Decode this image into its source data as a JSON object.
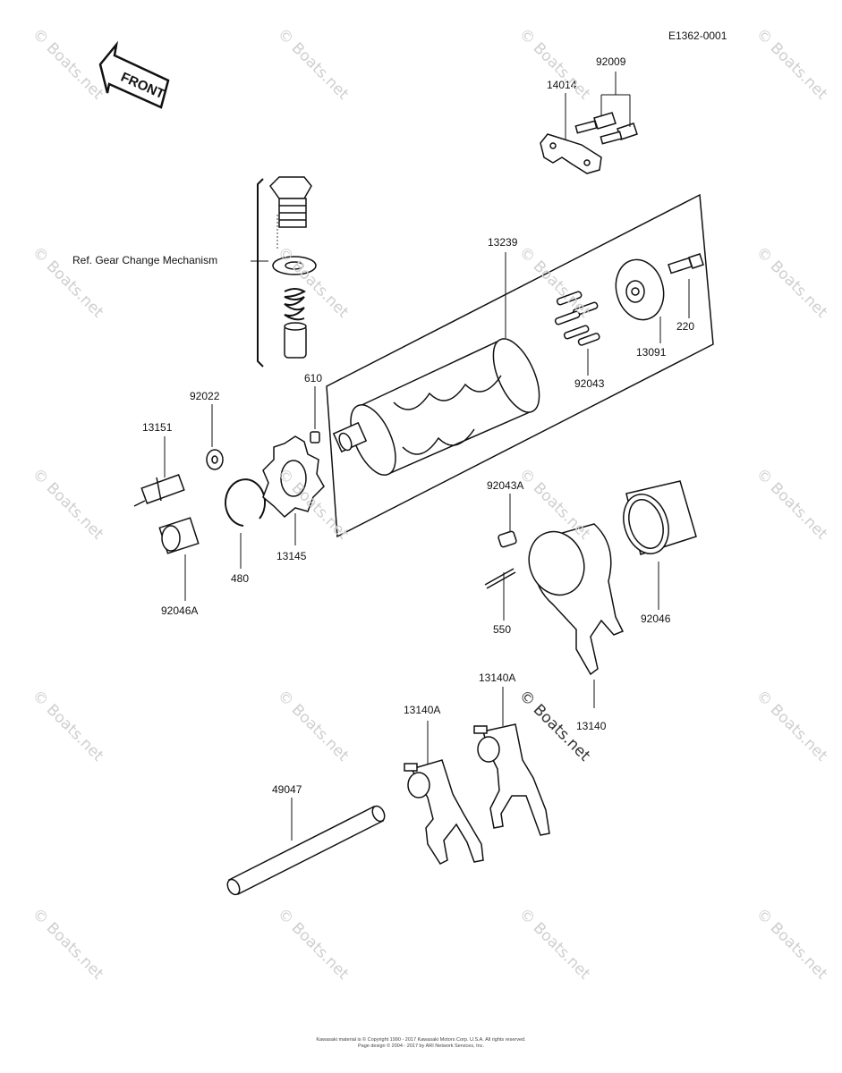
{
  "diagram_id": "E1362-0001",
  "front_label": "FRONT",
  "ref_note": "Ref. Gear Change Mechanism",
  "parts": {
    "p92009": "92009",
    "p14014": "14014",
    "p13239": "13239",
    "p220": "220",
    "p13091": "13091",
    "p92043": "92043",
    "p610": "610",
    "p92022": "92022",
    "p13151": "13151",
    "p13145": "13145",
    "p480": "480",
    "p92046A": "92046A",
    "p92043A": "92043A",
    "p550": "550",
    "p92046": "92046",
    "p13140": "13140",
    "p13140A_1": "13140A",
    "p13140A_2": "13140A",
    "p49047": "49047"
  },
  "watermark": "© Boats.net",
  "copyright_line1": "Kawasaki material is © Copyright 1990 - 2017 Kawasaki Motors Corp. U.S.A. All rights reserved.",
  "copyright_line2": "Page design © 2004 - 2017 by ARI Network Services, Inc."
}
